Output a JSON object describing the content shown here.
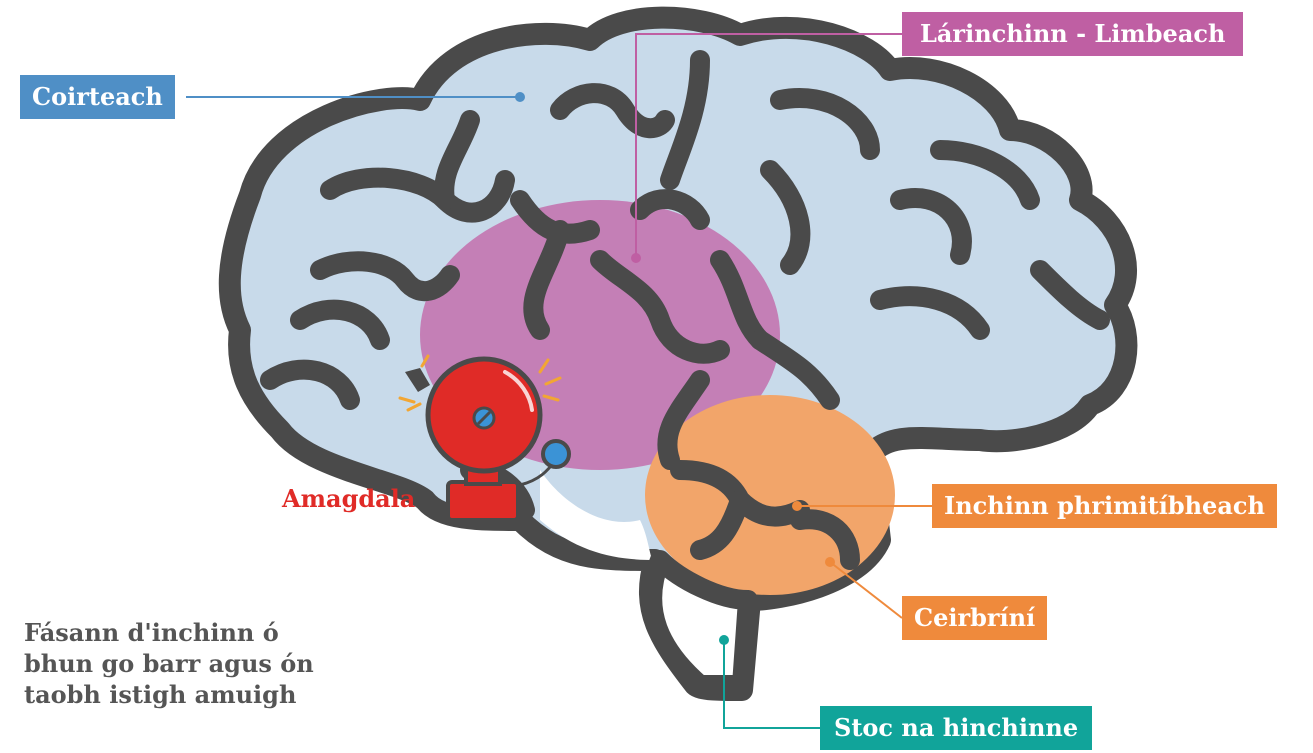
{
  "labels": {
    "coirteach": "Coirteach",
    "larinchinn": "Lárinchinn - Limbeach",
    "inchinn_phrimitibheach": "Inchinn phrimitíbheach",
    "ceirbrini": "Ceirbríní",
    "stoc": "Stoc na hinchinne",
    "amagdala": "Amagdala"
  },
  "caption": "Fásann d'inchinn ó bhun go barr agus ón taobh istigh amuigh",
  "colors": {
    "outline": "#4a4a4a",
    "cortex": "#c8daea",
    "limbic": "#c47fb6",
    "cerebellum": "#f2a56a",
    "cortex_label": "#4f8fc6",
    "limbic_label": "#bf5fa3",
    "orange_label": "#ef8a3c",
    "stem_label": "#11a49a",
    "bell_red": "#e02b27",
    "bell_blue": "#3b93d6"
  },
  "icons": [
    "alarm-bell-icon"
  ]
}
